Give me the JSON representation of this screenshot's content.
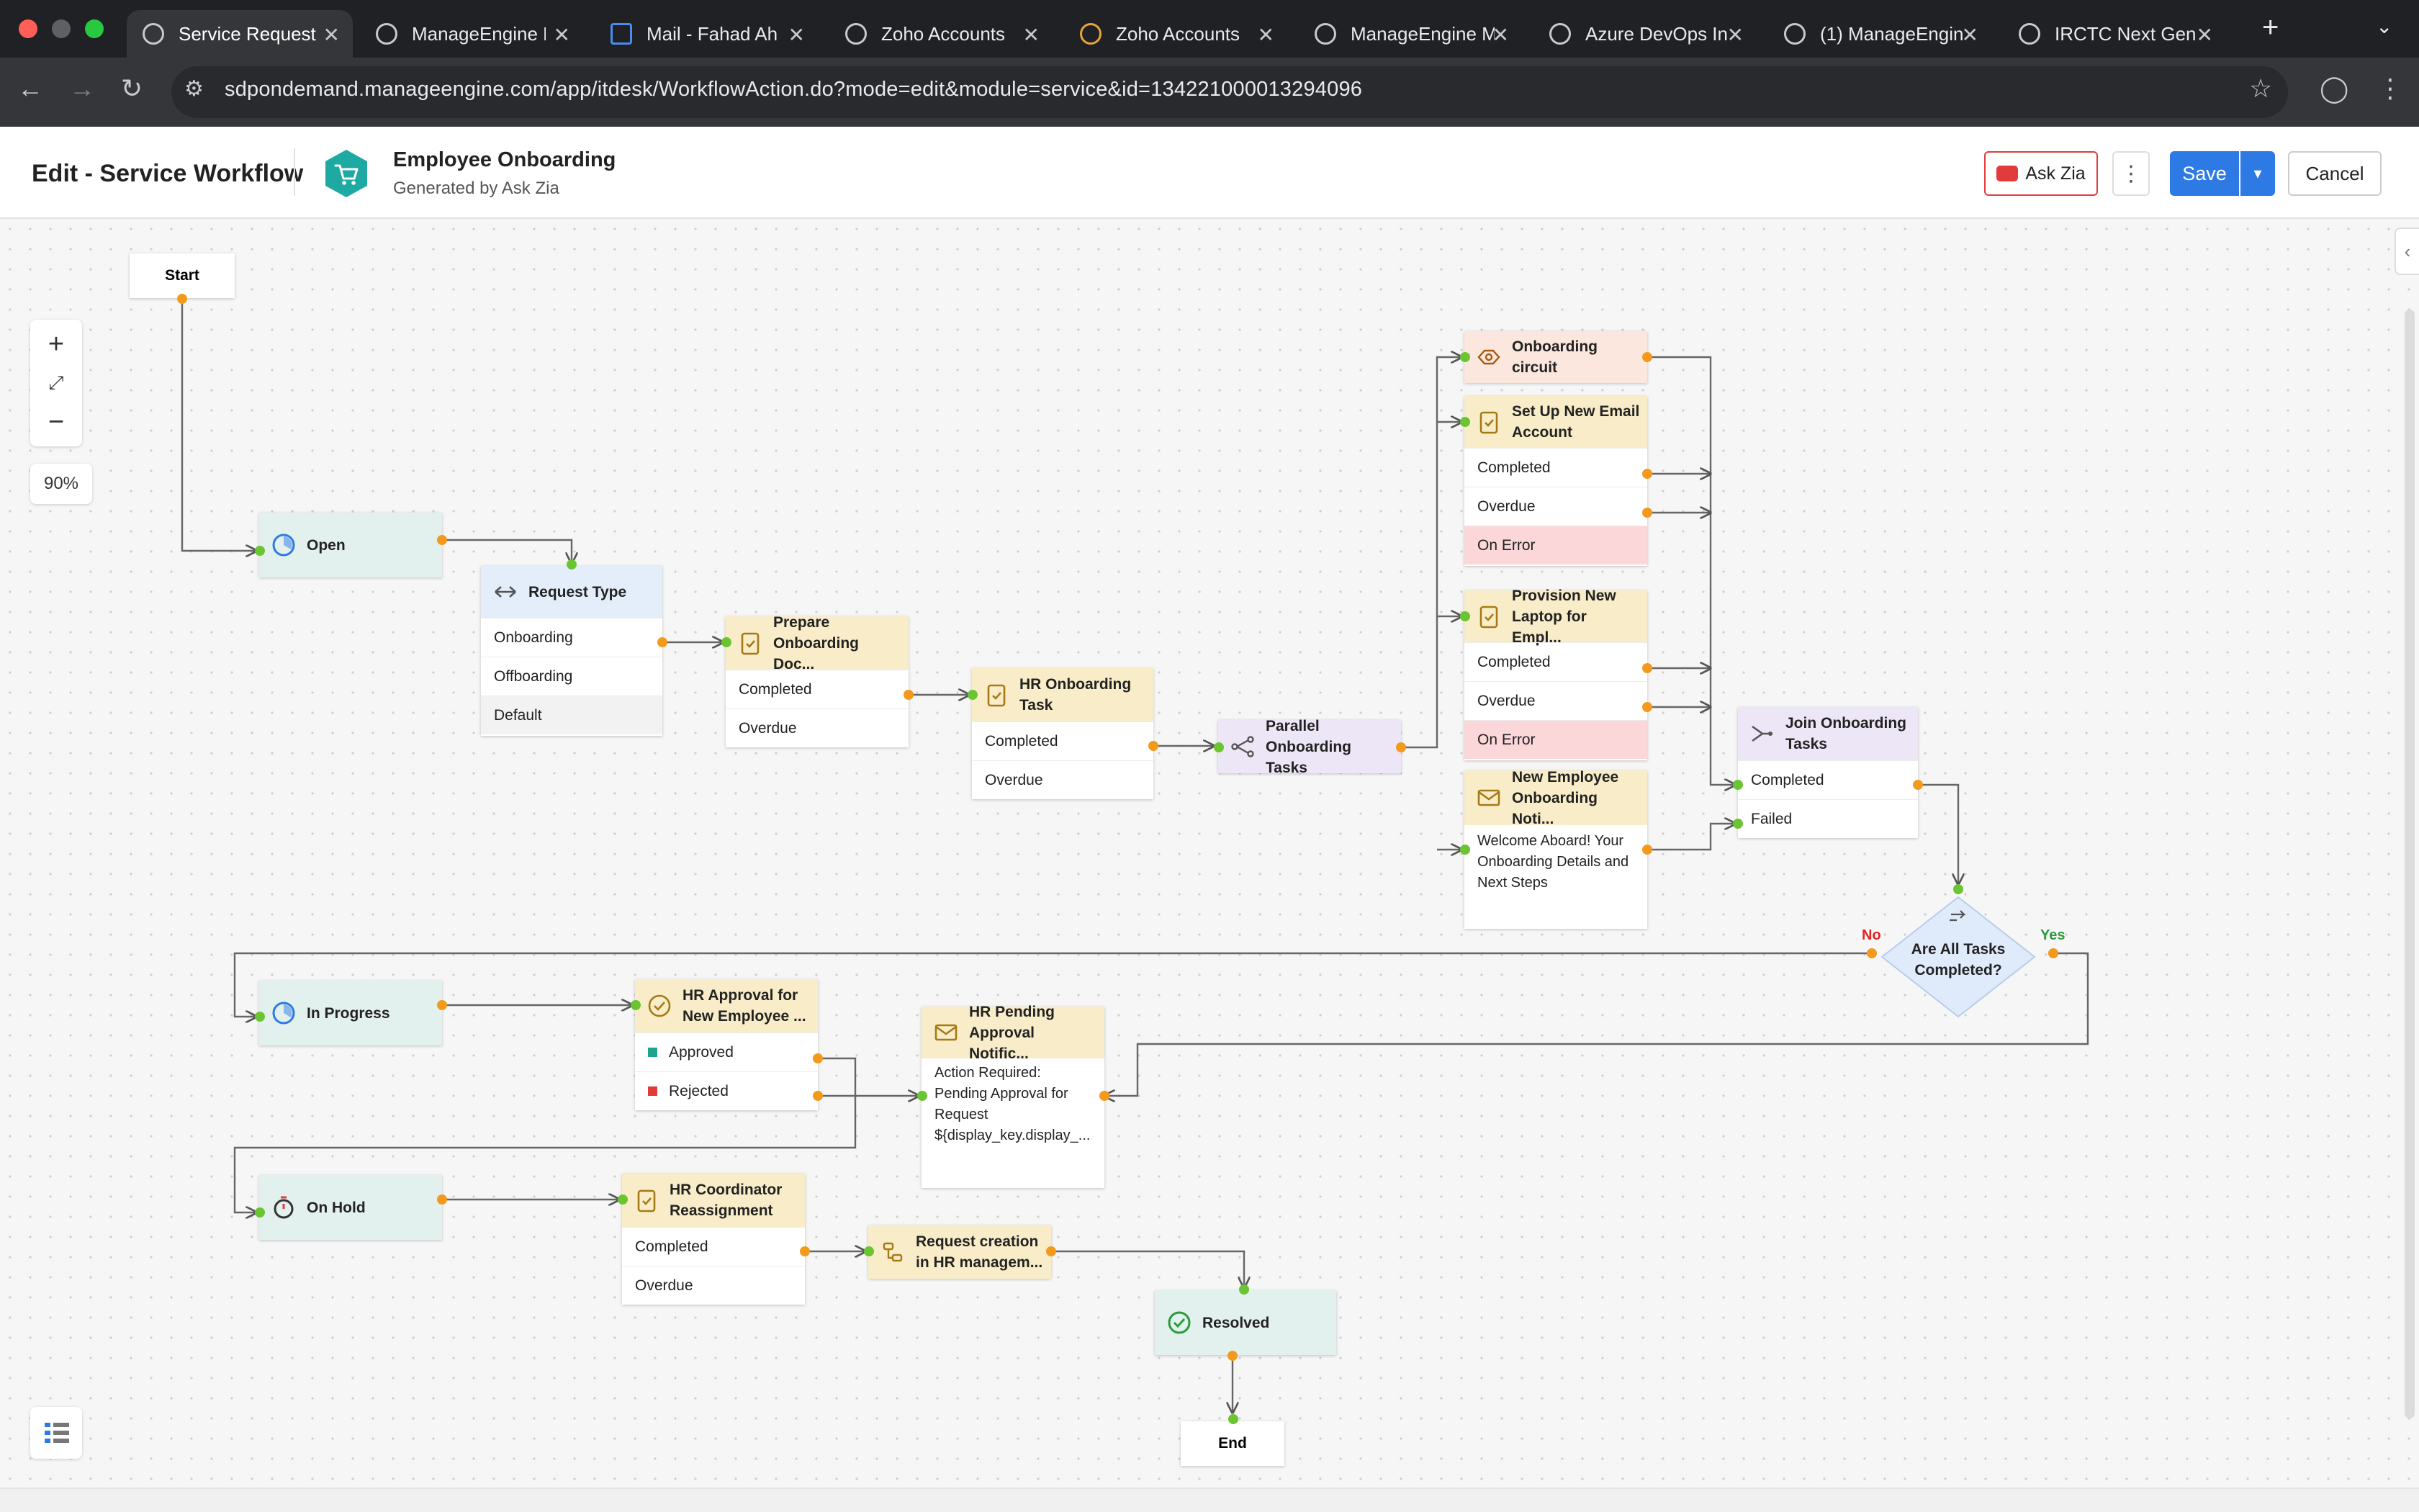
{
  "browser": {
    "tabs": [
      {
        "label": "Service Request",
        "active": true
      },
      {
        "label": "ManageEngine M"
      },
      {
        "label": "Mail - Fahad Ah"
      },
      {
        "label": "Zoho Accounts"
      },
      {
        "label": "Zoho Accounts"
      },
      {
        "label": "ManageEngine M"
      },
      {
        "label": "Azure DevOps In"
      },
      {
        "label": "(1) ManageEngin"
      },
      {
        "label": "IRCTC Next Gen"
      }
    ],
    "url": "sdpondemand.manageengine.com/app/itdesk/WorkflowAction.do?mode=edit&module=service&id=134221000013294096"
  },
  "header": {
    "title": "Edit - Service Workflow",
    "workflow_name": "Employee Onboarding",
    "workflow_sub": "Generated by Ask Zia",
    "ask_zia": "Ask Zia",
    "save": "Save",
    "cancel": "Cancel"
  },
  "canvas": {
    "zoom": "90%",
    "accent_color": "#2d7ae5",
    "nodes": {
      "start": "Start",
      "end": "End",
      "open": "Open",
      "in_progress": "In Progress",
      "on_hold": "On Hold",
      "resolved": "Resolved",
      "request_type": {
        "title": "Request Type",
        "options": [
          "Onboarding",
          "Offboarding",
          "Default"
        ]
      },
      "prepare_docs": {
        "title": "Prepare Onboarding Doc...",
        "outcomes": [
          "Completed",
          "Overdue"
        ]
      },
      "hr_onboarding": {
        "title": "HR Onboarding Task",
        "outcomes": [
          "Completed",
          "Overdue"
        ]
      },
      "parallel": {
        "title": "Parallel Onboarding Tasks"
      },
      "circuit": {
        "title": "Onboarding circuit"
      },
      "email_account": {
        "title": "Set Up New Email Account",
        "outcomes": [
          "Completed",
          "Overdue",
          "On Error"
        ]
      },
      "laptop": {
        "title": "Provision New Laptop for Empl...",
        "outcomes": [
          "Completed",
          "Overdue",
          "On Error"
        ]
      },
      "new_emp_notif": {
        "title": "New Employee Onboarding Noti...",
        "body": "Welcome Aboard! Your Onboarding Details and Next Steps"
      },
      "join": {
        "title": "Join Onboarding Tasks",
        "outcomes": [
          "Completed",
          "Failed"
        ]
      },
      "decision": {
        "title": "Are All Tasks Completed?",
        "no": "No",
        "yes": "Yes"
      },
      "hr_approval": {
        "title": "HR Approval for New Employee ...",
        "outcomes": [
          "Approved",
          "Rejected"
        ]
      },
      "hr_pending": {
        "title": "HR Pending Approval Notific...",
        "body": "Action Required: Pending Approval for Request ${display_key.display_..."
      },
      "hr_coordinator": {
        "title": "HR Coordinator Reassignment",
        "outcomes": [
          "Completed",
          "Overdue"
        ]
      },
      "request_creation": {
        "title": "Request creation in HR managem..."
      }
    }
  }
}
